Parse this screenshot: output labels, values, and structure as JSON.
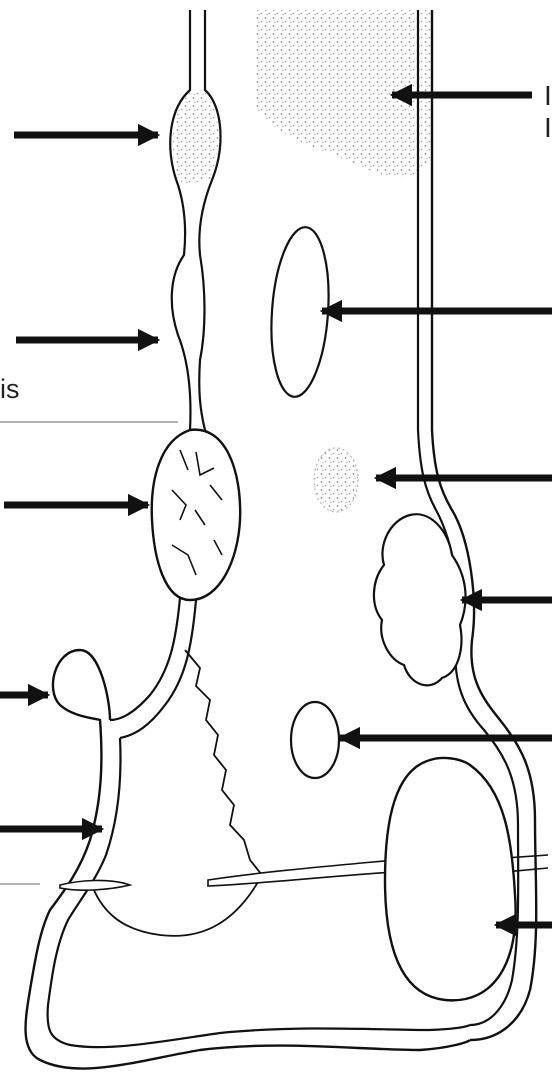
{
  "labels": {
    "left_fragment": "is",
    "right_fragment_1": "I",
    "right_fragment_2": "I"
  },
  "colors": {
    "ink": "#111111",
    "background": "#ffffff",
    "stipple": "#9a9a9a",
    "guide_line": "#9a9a9a"
  },
  "arrows": [
    {
      "name": "arrow-cortical-expansion-upper",
      "direction": "right"
    },
    {
      "name": "arrow-cortical-expansion-lower",
      "direction": "right"
    },
    {
      "name": "arrow-epiphyseal-lesion-left",
      "direction": "right"
    },
    {
      "name": "arrow-small-knob",
      "direction": "right"
    },
    {
      "name": "arrow-metaphysis-left",
      "direction": "right"
    },
    {
      "name": "arrow-shaft-stippled",
      "direction": "left"
    },
    {
      "name": "arrow-oval-cyst-upper",
      "direction": "left"
    },
    {
      "name": "arrow-fuzzy-spot",
      "direction": "left"
    },
    {
      "name": "arrow-lobulated-lesion",
      "direction": "left"
    },
    {
      "name": "arrow-oval-cyst-lower",
      "direction": "left"
    },
    {
      "name": "arrow-large-epiphyseal-lesion",
      "direction": "left"
    }
  ]
}
